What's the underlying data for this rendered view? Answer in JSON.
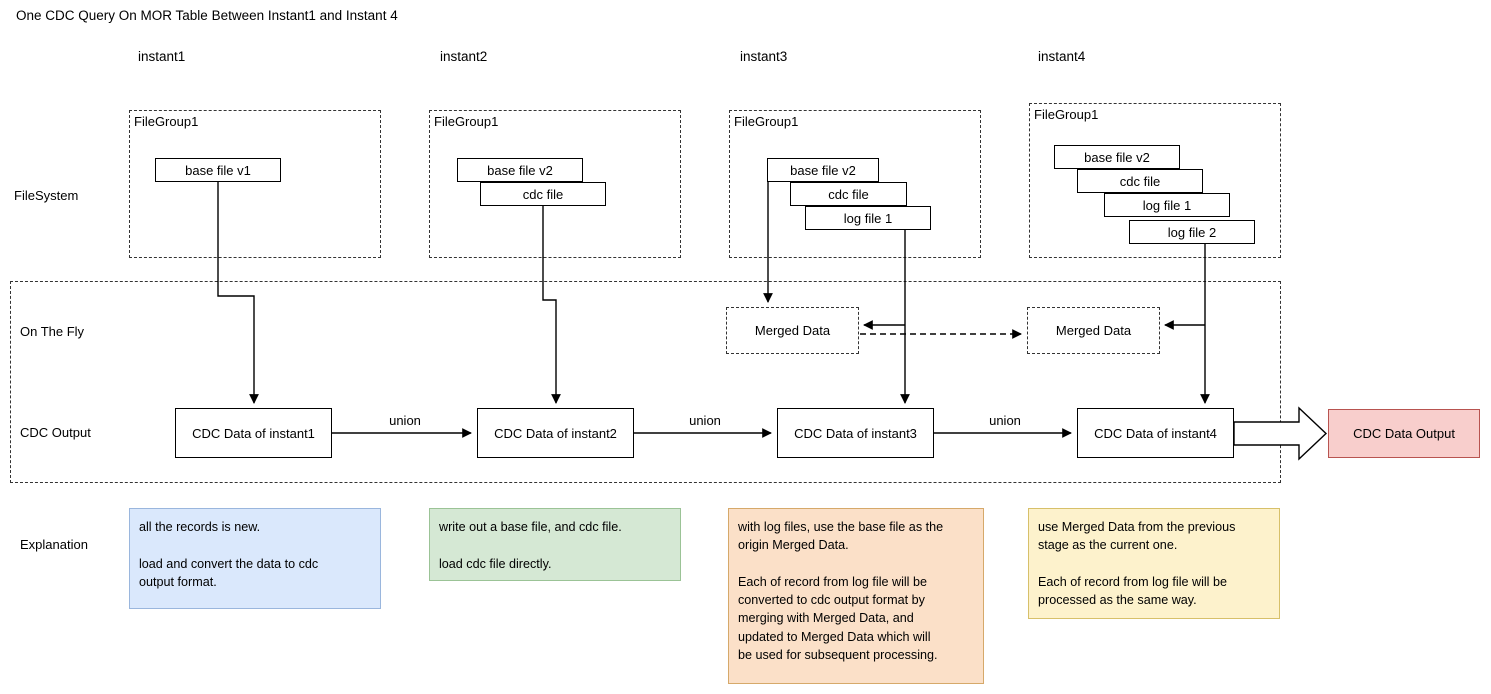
{
  "title": "One CDC Query On MOR Table Between Instant1 and Instant 4",
  "columns": [
    {
      "label": "instant1"
    },
    {
      "label": "instant2"
    },
    {
      "label": "instant3"
    },
    {
      "label": "instant4"
    }
  ],
  "rows": {
    "filesystem": "FileSystem",
    "on_the_fly": "On The Fly",
    "cdc_output": "CDC Output",
    "explanation": "Explanation"
  },
  "filegroups": [
    {
      "label": "FileGroup1",
      "files": [
        "base file v1"
      ]
    },
    {
      "label": "FileGroup1",
      "files": [
        "base file v2",
        "cdc file"
      ]
    },
    {
      "label": "FileGroup1",
      "files": [
        "base file v2",
        "cdc file",
        "log file 1"
      ]
    },
    {
      "label": "FileGroup1",
      "files": [
        "base file v2",
        "cdc file",
        "log file 1",
        "log file 2"
      ]
    }
  ],
  "merged_data": [
    {
      "label": "Merged Data"
    },
    {
      "label": "Merged Data"
    }
  ],
  "cdc_boxes": [
    {
      "label": "CDC Data of instant1"
    },
    {
      "label": "CDC Data of instant2"
    },
    {
      "label": "CDC Data of instant3"
    },
    {
      "label": "CDC Data of instant4"
    }
  ],
  "union_labels": [
    "union",
    "union",
    "union"
  ],
  "output_box": {
    "label": "CDC Data Output"
  },
  "notes": [
    {
      "text": "all the records is new.\n\nload and convert the data to cdc\noutput format.",
      "color": "blue"
    },
    {
      "text": "write out a base file, and cdc file.\n\nload cdc file directly.",
      "color": "green"
    },
    {
      "text": "with log files, use the base file as the\norigin Merged Data.\n\nEach of record from log file will be\nconverted to cdc output format by\nmerging with Merged Data, and\nupdated to Merged Data which will\nbe used for subsequent processing.",
      "color": "orange"
    },
    {
      "text": "use Merged Data from the previous\nstage as the current one.\n\nEach of record from log file will be\nprocessed as the same way.",
      "color": "yellow"
    }
  ],
  "colors": {
    "blue_fill": "#dae8fc",
    "green_fill": "#d5e8d4",
    "orange_fill": "#fbe0c8",
    "yellow_fill": "#fdf2cc",
    "pink_fill": "#f8cecc",
    "line": "#000000",
    "dash": "#333333"
  }
}
